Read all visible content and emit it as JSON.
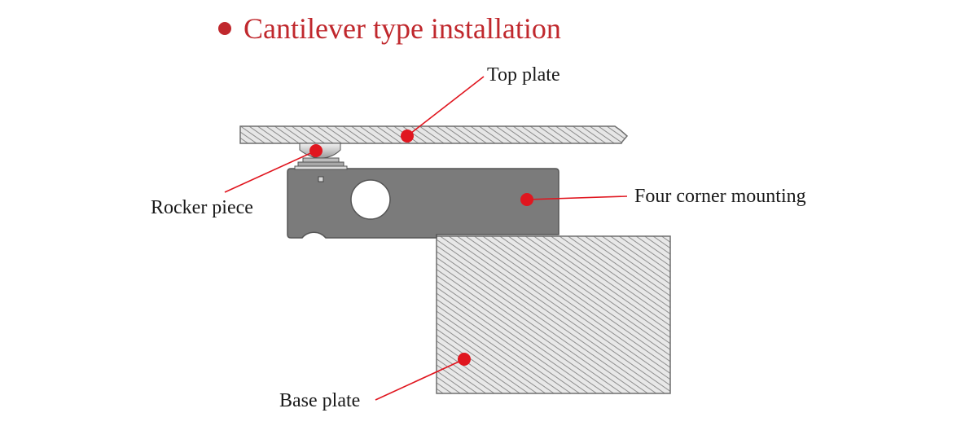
{
  "title": "Cantilever type installation",
  "labels": {
    "top_plate": "Top plate",
    "rocker_piece": "Rocker piece",
    "four_corner": "Four corner mounting",
    "base_plate": "Base plate"
  },
  "colors": {
    "title": "#c0282d",
    "marker": "#e0161f",
    "leader": "#e0161f",
    "hatch_fill": "#e6e6e6",
    "hatch_line": "#8a8a8a",
    "load_cell": "#7b7b7b",
    "load_cell_edge": "#555555"
  }
}
